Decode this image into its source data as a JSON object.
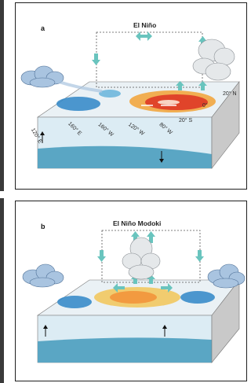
{
  "panel_a": {
    "letter": "a",
    "title": "El Niño",
    "lat_labels": [
      "20° N",
      "0°",
      "20° S"
    ],
    "lon_labels": [
      "120° E",
      "160° E",
      "160° W",
      "120° W",
      "80° W"
    ]
  },
  "panel_b": {
    "letter": "b",
    "title": "El Niño Modoki"
  },
  "colors": {
    "warm": "#e0442a",
    "cool": "#2f86c7",
    "ocean_deep": "#5aa6c4",
    "arrow": "#69c4be",
    "cloud": "#a9c4e0"
  }
}
